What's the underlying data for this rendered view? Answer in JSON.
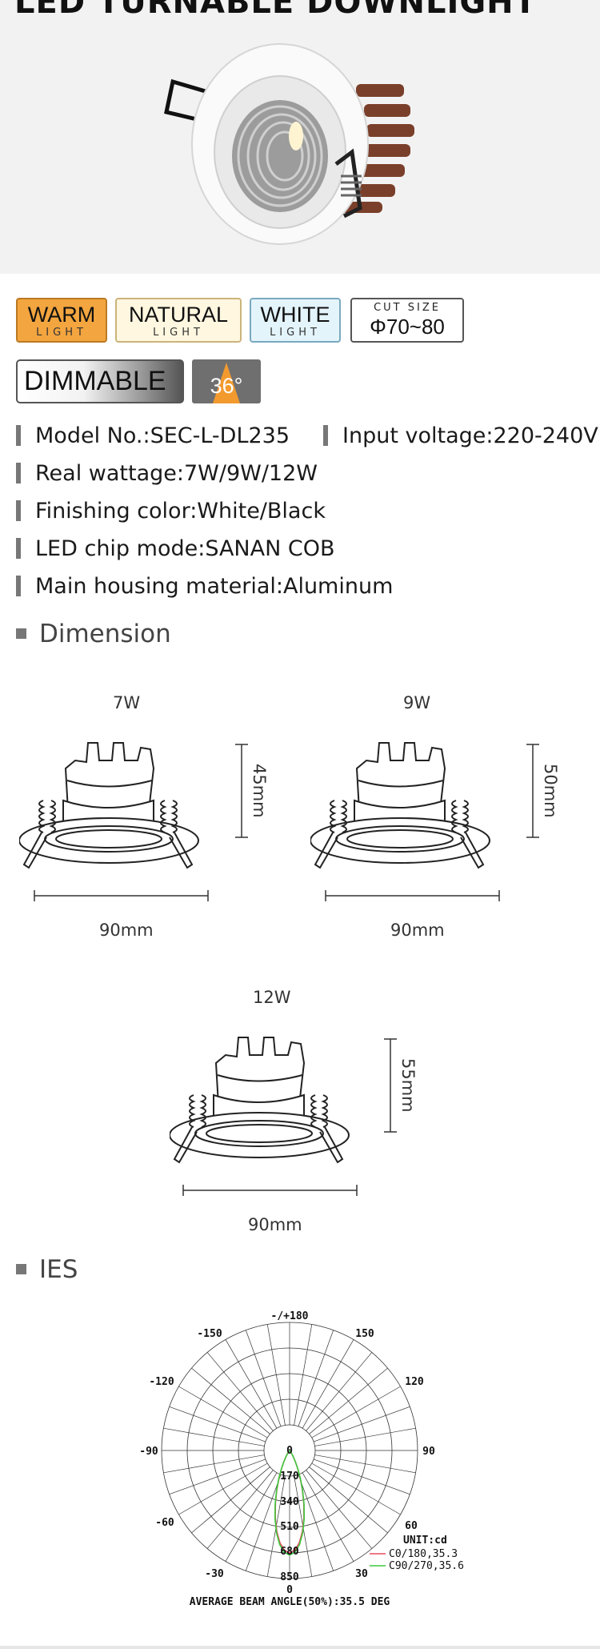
{
  "hero": {
    "title": "LED TURNABLE DOWNLIGHT"
  },
  "badges": {
    "warm": {
      "main": "WARM",
      "sub": "LIGHT"
    },
    "natural": {
      "main": "NATURAL",
      "sub": "LIGHT"
    },
    "white": {
      "main": "WHITE",
      "sub": "LIGHT"
    },
    "cut": {
      "sub": "CUT SIZE",
      "main": "Φ70~80"
    },
    "dimmable": "DIMMABLE",
    "angle": "36°"
  },
  "specs": {
    "model": "Model No.:SEC-L-DL235",
    "voltage": "Input voltage:220-240V",
    "wattage": "Real wattage:7W/9W/12W",
    "color": "Finishing color:White/Black",
    "chip": "LED chip mode:SANAN COB",
    "housing": "Main housing material:Aluminum"
  },
  "dimension": {
    "title": "Dimension",
    "items": [
      {
        "watt": "7W",
        "height": "45mm",
        "width": "90mm"
      },
      {
        "watt": "9W",
        "height": "50mm",
        "width": "90mm"
      },
      {
        "watt": "12W",
        "height": "55mm",
        "width": "90mm"
      }
    ]
  },
  "ies": {
    "title": "IES",
    "top_label": "-/+180",
    "angle_labels": [
      "-150",
      "150",
      "-120",
      "120",
      "-90",
      "90",
      "-60",
      "60",
      "-30",
      "30"
    ],
    "radial_labels": [
      "0",
      "170",
      "340",
      "510",
      "680",
      "850",
      "0"
    ],
    "unit": "UNIT:cd",
    "legend": [
      {
        "name": "C0/180,35.3",
        "color": "#e84a5f"
      },
      {
        "name": "C90/270,35.6",
        "color": "#3cc93c"
      }
    ],
    "beam_note": "AVERAGE BEAM ANGLE(50%):35.5 DEG"
  }
}
